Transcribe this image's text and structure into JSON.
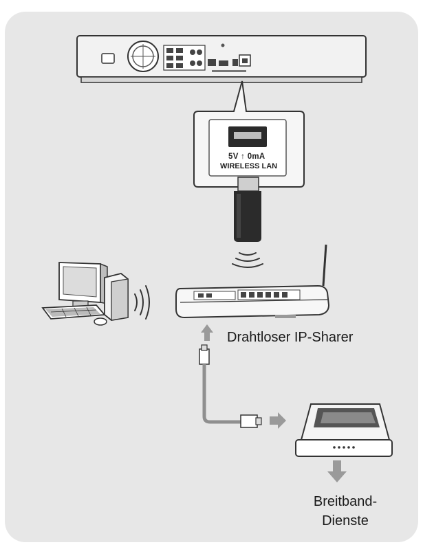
{
  "callout": {
    "port_spec": "5V ↑ 0mA",
    "port_name": "WIRELESS LAN"
  },
  "labels": {
    "router": "Drahtloser IP-Sharer",
    "broadband_line1": "Breitband-",
    "broadband_line2": "Dienste"
  },
  "colors": {
    "panel": "#e7e7e7",
    "arrow": "#9a9a9a",
    "cable": "#8f8f8f"
  },
  "icons": {
    "player": "blu-ray-player-rear-icon",
    "dongle": "wireless-lan-adapter-icon",
    "router": "wireless-router-icon",
    "computer": "desktop-computer-icon",
    "modem": "broadband-modem-icon"
  }
}
